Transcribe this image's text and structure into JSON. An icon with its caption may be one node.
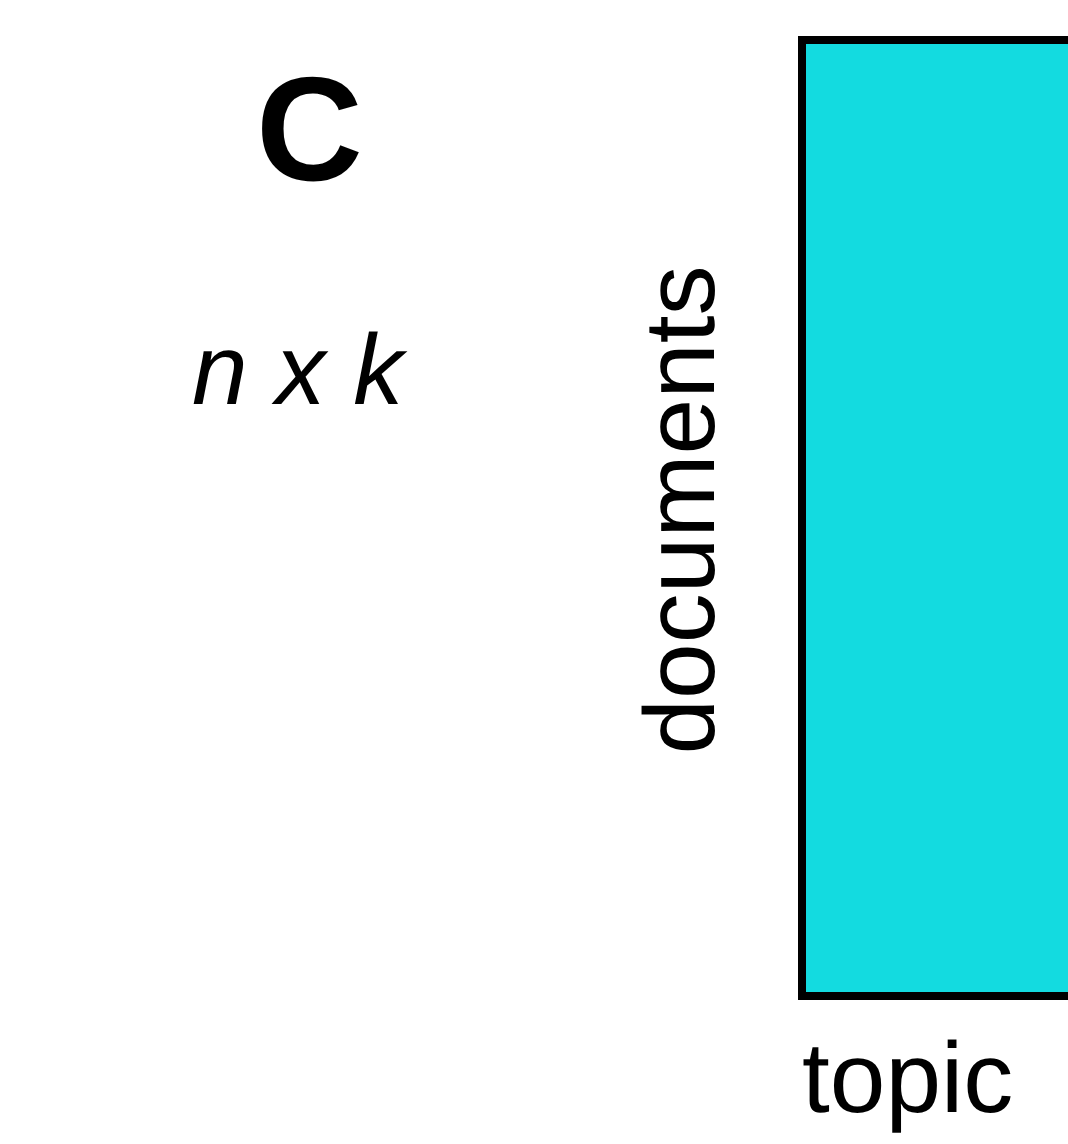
{
  "diagram": {
    "nodes": [
      {
        "text": [],
        "shape": "box"
      }
    ],
    "labels": [
      "C",
      "n x k",
      "documents",
      "topic"
    ]
  }
}
